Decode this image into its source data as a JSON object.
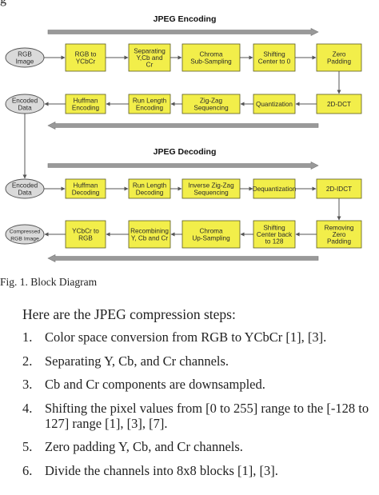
{
  "top_fragment": "g",
  "diagram": {
    "encoding": {
      "title": "JPEG Encoding",
      "row1": [
        {
          "type": "oval",
          "lines": [
            "RGB",
            "Image"
          ]
        },
        {
          "type": "box",
          "lines": [
            "RGB to",
            "YCbCr"
          ]
        },
        {
          "type": "box",
          "lines": [
            "Separating",
            "Y,Cb and",
            "Cr"
          ]
        },
        {
          "type": "box",
          "lines": [
            "Chroma",
            "Sub-Sampling"
          ]
        },
        {
          "type": "box",
          "lines": [
            "Shifting",
            "Center to 0"
          ]
        },
        {
          "type": "box",
          "lines": [
            "Zero",
            "Padding"
          ]
        }
      ],
      "row2": [
        {
          "type": "oval",
          "lines": [
            "Encoded",
            "Data"
          ]
        },
        {
          "type": "box",
          "lines": [
            "Huffman",
            "Encoding"
          ]
        },
        {
          "type": "box",
          "lines": [
            "Run Length",
            "Encoding"
          ]
        },
        {
          "type": "box",
          "lines": [
            "Zig-Zag",
            "Sequencing"
          ]
        },
        {
          "type": "box",
          "lines": [
            "Quantization"
          ]
        },
        {
          "type": "box",
          "lines": [
            "2D-DCT"
          ]
        }
      ]
    },
    "decoding": {
      "title": "JPEG Decoding",
      "row1": [
        {
          "type": "oval",
          "lines": [
            "Encoded",
            "Data"
          ]
        },
        {
          "type": "box",
          "lines": [
            "Huffman",
            "Decoding"
          ]
        },
        {
          "type": "box",
          "lines": [
            "Run Length",
            "Decoding"
          ]
        },
        {
          "type": "box",
          "lines": [
            "Inverse Zig-Zag",
            "Sequencing"
          ]
        },
        {
          "type": "box",
          "lines": [
            "Dequantization"
          ]
        },
        {
          "type": "box",
          "lines": [
            "2D-IDCT"
          ]
        }
      ],
      "row2": [
        {
          "type": "oval",
          "lines": [
            "Compressed",
            "RGB Image"
          ]
        },
        {
          "type": "box",
          "lines": [
            "YCbCr to",
            "RGB"
          ]
        },
        {
          "type": "box",
          "lines": [
            "Recombining",
            "Y, Cb and Cr"
          ]
        },
        {
          "type": "box",
          "lines": [
            "Chroma",
            "Up-Sampling"
          ]
        },
        {
          "type": "box",
          "lines": [
            "Shifting",
            "Center back",
            "to 128"
          ]
        },
        {
          "type": "box",
          "lines": [
            "Removing",
            "Zero",
            "Padding"
          ]
        }
      ]
    },
    "colors": {
      "box_fill": "#f2ee4a",
      "box_stroke": "#5a5a20",
      "oval_fill": "#dadada",
      "oval_stroke": "#555555",
      "band": "#999999",
      "arrow": "#555555"
    }
  },
  "caption": "Fig. 1.   Block Diagram",
  "intro": "Here are the JPEG compression steps:",
  "steps": [
    {
      "num": "1.",
      "text": "Color space conversion from RGB to YCbCr [1], [3]."
    },
    {
      "num": "2.",
      "text": "Separating Y, Cb, and Cr channels."
    },
    {
      "num": "3.",
      "text": "Cb and Cr components are downsampled."
    },
    {
      "num": "4.",
      "text": "Shifting the pixel values from [0 to 255] range to the [-128 to 127] range [1], [3], [7]."
    },
    {
      "num": "5.",
      "text": "Zero padding Y, Cb, and Cr channels."
    },
    {
      "num": "6.",
      "text": "Divide the channels into 8x8 blocks [1], [3]."
    }
  ]
}
